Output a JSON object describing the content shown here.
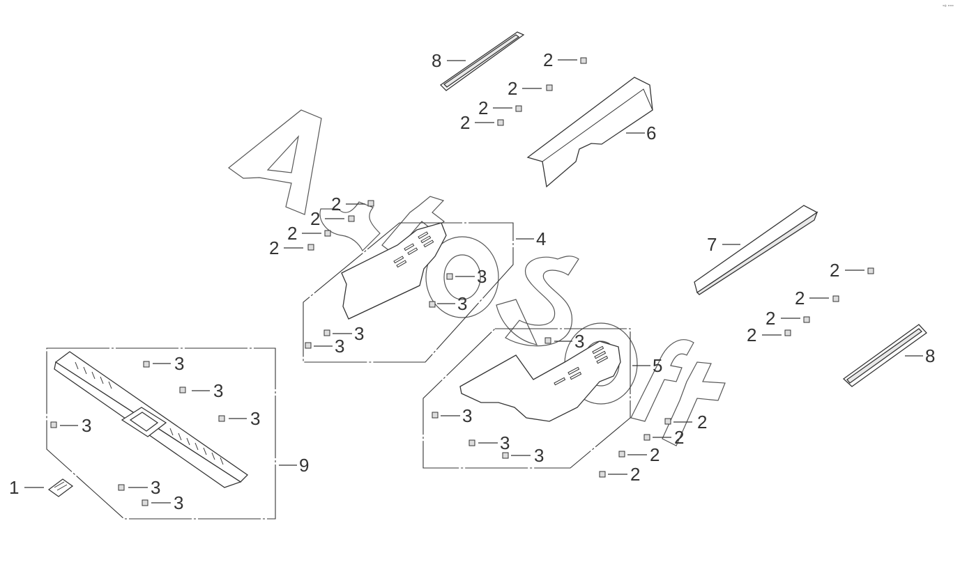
{
  "diagram": {
    "corner_mark": "°⁰ °°°",
    "watermark": "AutoSoft",
    "callouts": [
      {
        "id": "c8a",
        "label": "8"
      },
      {
        "id": "c2a",
        "label": "2"
      },
      {
        "id": "c2b",
        "label": "2"
      },
      {
        "id": "c2c",
        "label": "2"
      },
      {
        "id": "c2d",
        "label": "2"
      },
      {
        "id": "c6",
        "label": "6"
      },
      {
        "id": "c2e",
        "label": "2"
      },
      {
        "id": "c2f",
        "label": "2"
      },
      {
        "id": "c2g",
        "label": "2"
      },
      {
        "id": "c2h",
        "label": "2"
      },
      {
        "id": "c4",
        "label": "4"
      },
      {
        "id": "c3a",
        "label": "3"
      },
      {
        "id": "c3b",
        "label": "3"
      },
      {
        "id": "c3c",
        "label": "3"
      },
      {
        "id": "c3d",
        "label": "3"
      },
      {
        "id": "c7",
        "label": "7"
      },
      {
        "id": "c2i",
        "label": "2"
      },
      {
        "id": "c2j",
        "label": "2"
      },
      {
        "id": "c2k",
        "label": "2"
      },
      {
        "id": "c2l",
        "label": "2"
      },
      {
        "id": "c8b",
        "label": "8"
      },
      {
        "id": "c3e",
        "label": "3"
      },
      {
        "id": "c5",
        "label": "5"
      },
      {
        "id": "c3f",
        "label": "3"
      },
      {
        "id": "c3g",
        "label": "3"
      },
      {
        "id": "c3h",
        "label": "3"
      },
      {
        "id": "c2m",
        "label": "2"
      },
      {
        "id": "c2n",
        "label": "2"
      },
      {
        "id": "c2o",
        "label": "2"
      },
      {
        "id": "c2p",
        "label": "2"
      },
      {
        "id": "c3i",
        "label": "3"
      },
      {
        "id": "c3j",
        "label": "3"
      },
      {
        "id": "c3k",
        "label": "3"
      },
      {
        "id": "c3l",
        "label": "3"
      },
      {
        "id": "c9",
        "label": "9"
      },
      {
        "id": "c1",
        "label": "1"
      },
      {
        "id": "c3m",
        "label": "3"
      },
      {
        "id": "c3n",
        "label": "3"
      }
    ]
  }
}
